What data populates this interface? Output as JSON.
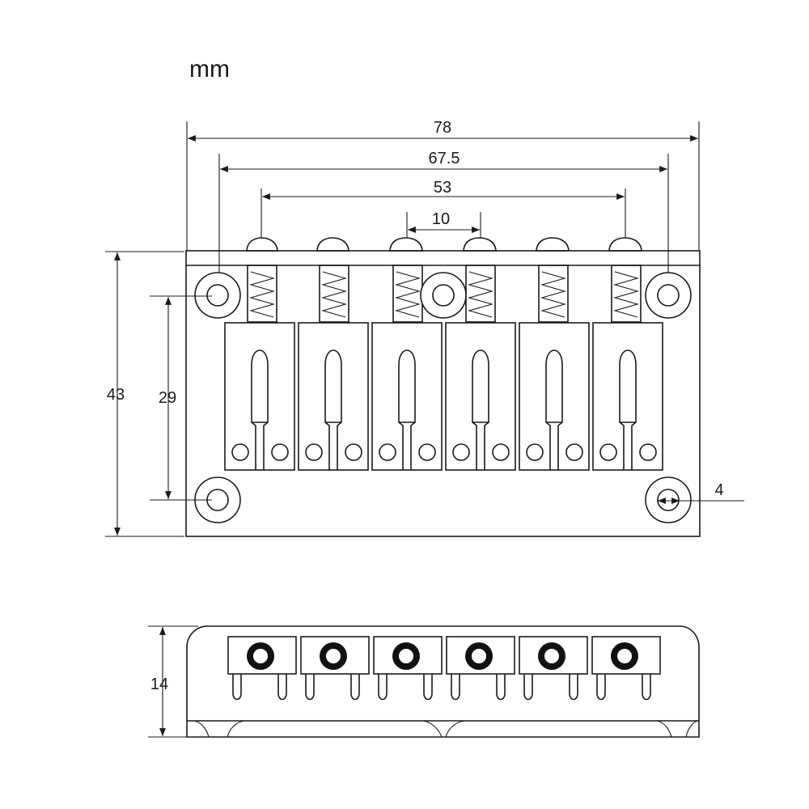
{
  "unit": "mm",
  "dimensions": {
    "overall_width": "78",
    "mount_hole_span": "67.5",
    "string_spread_outer": "53",
    "string_spacing": "10",
    "overall_height": "43",
    "mount_hole_vertical": "29",
    "hole_diameter": "4",
    "side_height": "14"
  },
  "colors": {
    "line": "#1a1a1a",
    "background": "#ffffff"
  }
}
